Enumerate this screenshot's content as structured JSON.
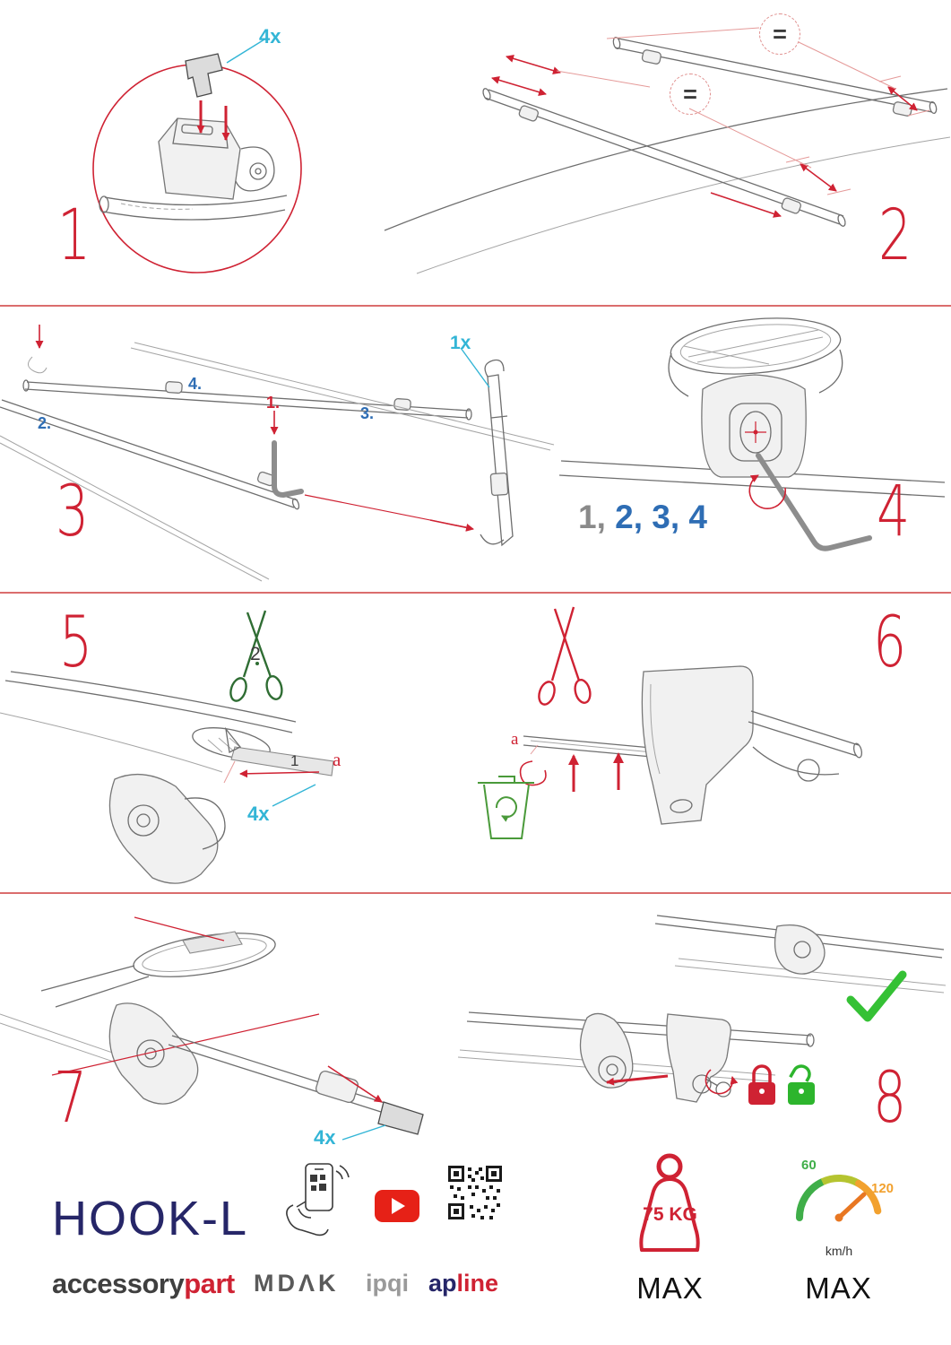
{
  "document": {
    "type": "roof-rack assembly instructions"
  },
  "colors": {
    "step_number_red": "#cf2233",
    "accent_blue": "#2e6db4",
    "accent_cyan": "#33b5d6",
    "accent_green": "#2db52d",
    "brand_navy": "#262668",
    "divider_pink": "#db6d6d"
  },
  "steps": {
    "step1": {
      "number": "1",
      "qty_label": "4x"
    },
    "step2": {
      "number": "2",
      "equal_sign": "="
    },
    "step3": {
      "number": "3",
      "qty_label": "1x",
      "substep_1": "1.",
      "substep_2": "2.",
      "substep_3": "3.",
      "substep_4": "4."
    },
    "step4": {
      "number": "4",
      "sequence_done": "1,",
      "sequence_todo": " 2, 3, 4"
    },
    "step5": {
      "number": "5",
      "cut_label": "2",
      "pull_label": "1",
      "strap_label": "a",
      "qty_label": "4x"
    },
    "step6": {
      "number": "6",
      "strap_label": "a"
    },
    "step7": {
      "number": "7",
      "qty_label": "4x"
    },
    "step8": {
      "number": "8"
    }
  },
  "footer": {
    "product_name": "HOOK-L",
    "brand_name_dark": "accessory",
    "brand_name_red": "part",
    "logo_mdak": "MDΛK",
    "logo_ipqi": "ipqi",
    "logo_apline_dark": "ap",
    "logo_apline_red": "line",
    "max_load": "75 KG",
    "max_load_label": "MAX",
    "speed_min": "60",
    "speed_max_value": "120",
    "speed_unit": "km/h",
    "speed_label": "MAX"
  }
}
